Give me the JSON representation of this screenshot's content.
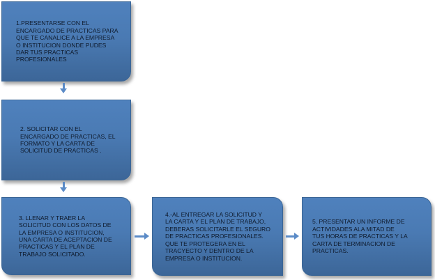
{
  "diagram": {
    "steps": [
      {
        "text": "1.PRESENTARSE CON EL\nENCARGADO DE PRACTICAS PARA\nQUE TE CANALICE A  LA EMPRESA\nO INSTITUCION DONDE PUDES\nDAR TUS PRACTICAS\nPROFESIONALES"
      },
      {
        "text": "2. SOLICITAR CON EL\nENCARGADO DE PRACTICAS, EL\nFORMATO Y LA CARTA DE\nSOLICITUD DE PRACTICAS ."
      },
      {
        "text": "3. LLENAR Y TRAER LA\nSOLICITUD CON LOS DATOS DE\nLA EMPRESA O INSTITUCION,\nUNA CARTA DE ACEPTACION DE\nPRACTICAS Y EL PLAN DE\nTRABAJO SOLICITADO."
      },
      {
        "text": "4.-AL ENTREGAR LA SOLICITUD Y\nLA CARTA Y EL PLAN DE TRABAJO,\nDEBERAS SOLICITARLE EL SEGURO\nDE PRACTICAS PROFESIONALES.\nQUE TE PROTEGERA EN EL\nTRACYECTO Y DENTRO DE LA\nEMPRESA O INSTITUCION."
      },
      {
        "text": "5. PRESENTAR UN INFORME DE\nACTIVIDADES ALA MITAD DE\nTUS HORAS  DE PRACTICAS Y LA\nCARTA DE TERMINACION DE\nPRACTICAS."
      }
    ],
    "colors": {
      "box_fill": "#4f81bd",
      "arrow": "#5b8bc7",
      "text": "#0f1b2d"
    }
  }
}
